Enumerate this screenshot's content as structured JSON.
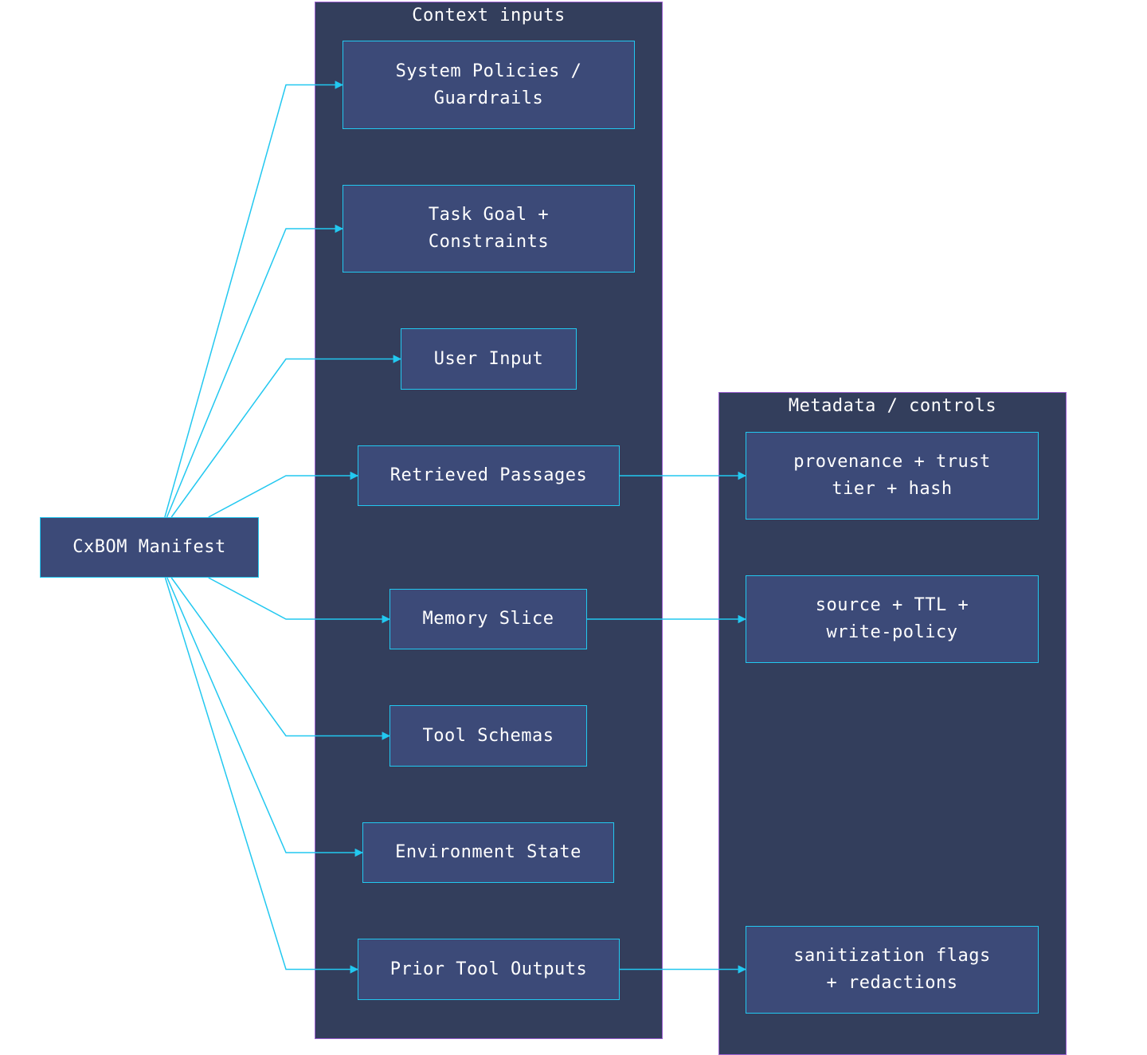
{
  "colors": {
    "group_fill": "#333e5c",
    "group_border": "#9b5fd1",
    "node_fill": "#3c4a78",
    "node_border": "#22c8f0",
    "edge": "#22c8f0",
    "text": "#ffffff"
  },
  "groups": {
    "context_inputs": {
      "title": "Context inputs"
    },
    "metadata_controls": {
      "title": "Metadata / controls"
    }
  },
  "nodes": {
    "manifest": "CxBOM Manifest",
    "system_policies": "System Policies /\nGuardrails",
    "task_goal": "Task Goal +\nConstraints",
    "user_input": "User Input",
    "retrieved_passages": "Retrieved Passages",
    "memory_slice": "Memory Slice",
    "tool_schemas": "Tool Schemas",
    "environment_state": "Environment State",
    "prior_tool_outputs": "Prior Tool Outputs",
    "provenance": "provenance + trust\ntier + hash",
    "source_ttl": "source + TTL +\nwrite-policy",
    "sanitization": "sanitization flags\n+ redactions"
  },
  "edges": [
    {
      "from": "manifest",
      "to": "system_policies"
    },
    {
      "from": "manifest",
      "to": "task_goal"
    },
    {
      "from": "manifest",
      "to": "user_input"
    },
    {
      "from": "manifest",
      "to": "retrieved_passages"
    },
    {
      "from": "manifest",
      "to": "memory_slice"
    },
    {
      "from": "manifest",
      "to": "tool_schemas"
    },
    {
      "from": "manifest",
      "to": "environment_state"
    },
    {
      "from": "manifest",
      "to": "prior_tool_outputs"
    },
    {
      "from": "retrieved_passages",
      "to": "provenance"
    },
    {
      "from": "memory_slice",
      "to": "source_ttl"
    },
    {
      "from": "prior_tool_outputs",
      "to": "sanitization"
    }
  ]
}
